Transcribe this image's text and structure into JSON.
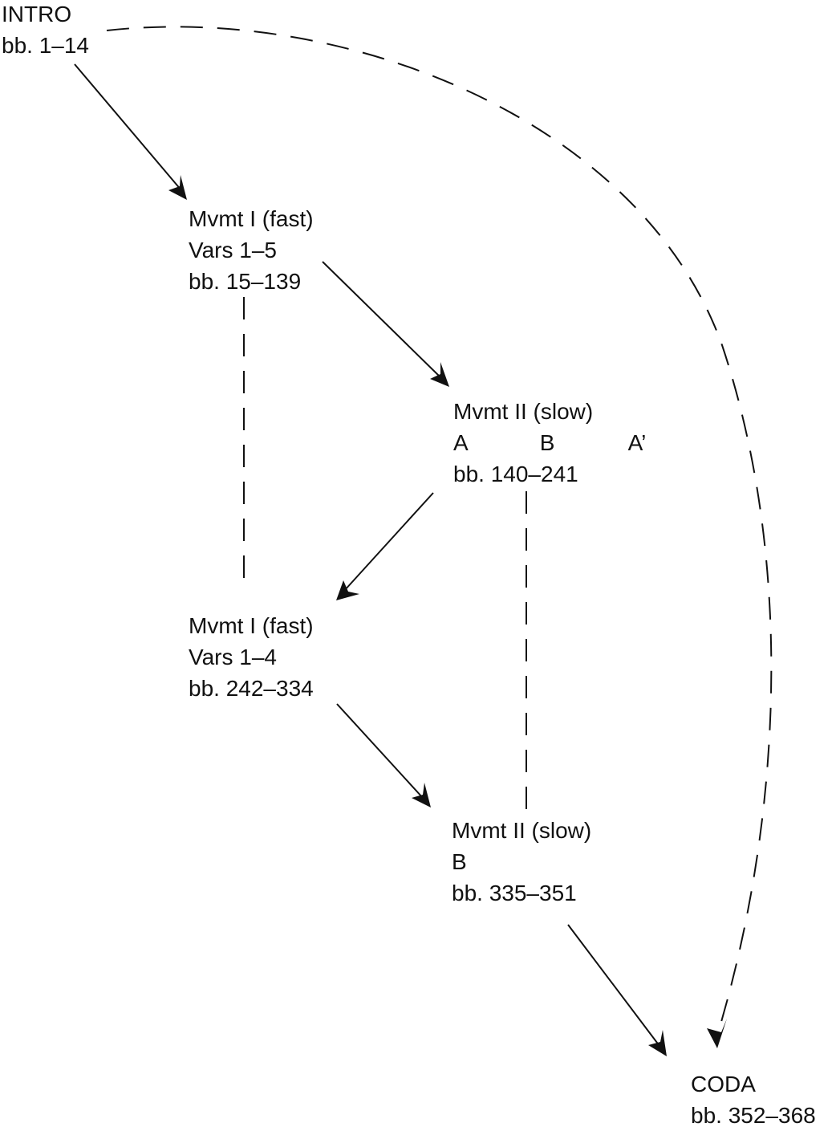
{
  "nodes": {
    "intro": {
      "title": "INTRO",
      "bars": "bb. 1–14"
    },
    "mvmt1_a": {
      "title": "Mvmt I (fast)",
      "detail": "Vars 1–5",
      "bars": "bb. 15–139"
    },
    "mvmt2_a": {
      "title": "Mvmt II (slow)",
      "sections": [
        "A",
        "B",
        "A’"
      ],
      "bars": "bb. 140–241"
    },
    "mvmt1_b": {
      "title": "Mvmt I (fast)",
      "detail": "Vars 1–4",
      "bars": "bb. 242–334"
    },
    "mvmt2_b": {
      "title": "Mvmt II (slow)",
      "detail": "B",
      "bars": "bb. 335–351"
    },
    "coda": {
      "title": "CODA",
      "bars": "bb. 352–368"
    }
  },
  "edges": [
    {
      "from": "intro",
      "to": "mvmt1_a",
      "style": "solid-arrow"
    },
    {
      "from": "mvmt1_a",
      "to": "mvmt2_a",
      "style": "solid-arrow"
    },
    {
      "from": "mvmt2_a",
      "to": "mvmt1_b",
      "style": "solid-arrow"
    },
    {
      "from": "mvmt1_b",
      "to": "mvmt2_b",
      "style": "solid-arrow"
    },
    {
      "from": "mvmt2_b",
      "to": "coda",
      "style": "solid-arrow"
    },
    {
      "from": "intro",
      "to": "coda",
      "style": "dashed-arc-arrow"
    },
    {
      "from": "mvmt1_a",
      "to": "mvmt1_b",
      "style": "dashed-line"
    },
    {
      "from": "mvmt2_a",
      "to": "mvmt2_b",
      "style": "dashed-line"
    }
  ],
  "colors": {
    "ink": "#111111",
    "background": "#ffffff"
  }
}
